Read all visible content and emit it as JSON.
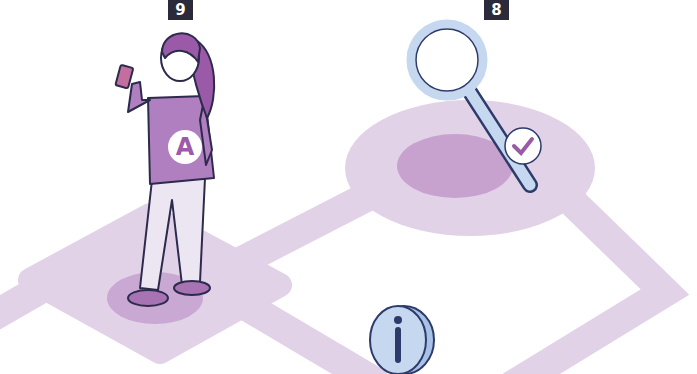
{
  "diagram": {
    "labels": [
      "9",
      "8",
      "A"
    ]
  }
}
